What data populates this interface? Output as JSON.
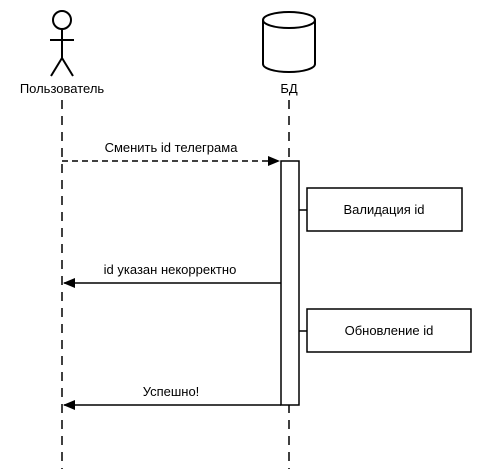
{
  "participants": {
    "user": {
      "label": "Пользователь"
    },
    "db": {
      "label": "БД"
    }
  },
  "messages": [
    {
      "from": "user",
      "to": "db",
      "label": "Сменить id телеграма",
      "style": "dashed"
    },
    {
      "from": "db",
      "to": "user",
      "label": "id указан некорректно",
      "style": "solid"
    },
    {
      "from": "db",
      "to": "user",
      "label": "Успешно!",
      "style": "solid"
    }
  ],
  "notes": [
    {
      "label": "Валидация id"
    },
    {
      "label": "Обновление id"
    }
  ]
}
